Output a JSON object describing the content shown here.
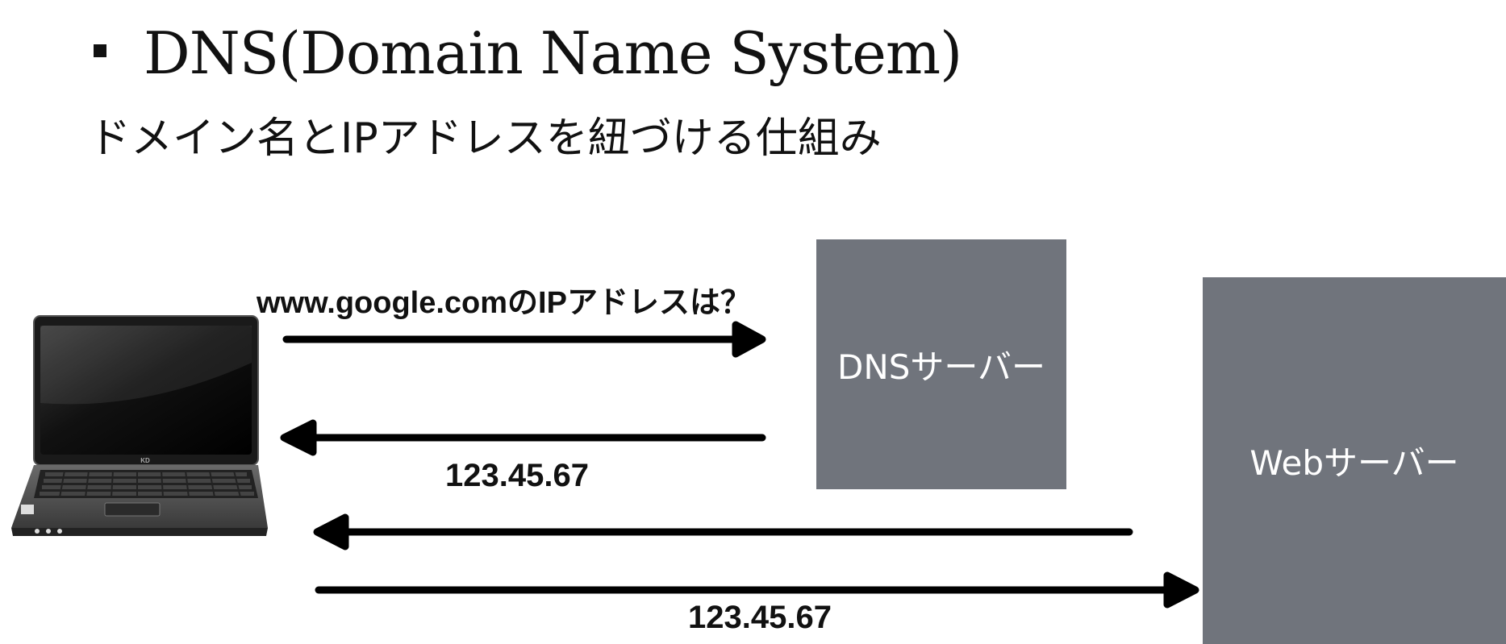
{
  "slide": {
    "title": "DNS(Domain Name System)",
    "subtitle": "ドメイン名とIPアドレスを紐づける仕組み"
  },
  "diagram": {
    "dns_server_label": "DNSサーバー",
    "web_server_label": "Webサーバー",
    "query_label": "www.google.comのIPアドレスは？",
    "dns_response_label": "123.45.67",
    "web_request_label": "123.45.67",
    "laptop_brand": "KD",
    "box_color": "#70747c",
    "arrow_color": "#000000"
  }
}
